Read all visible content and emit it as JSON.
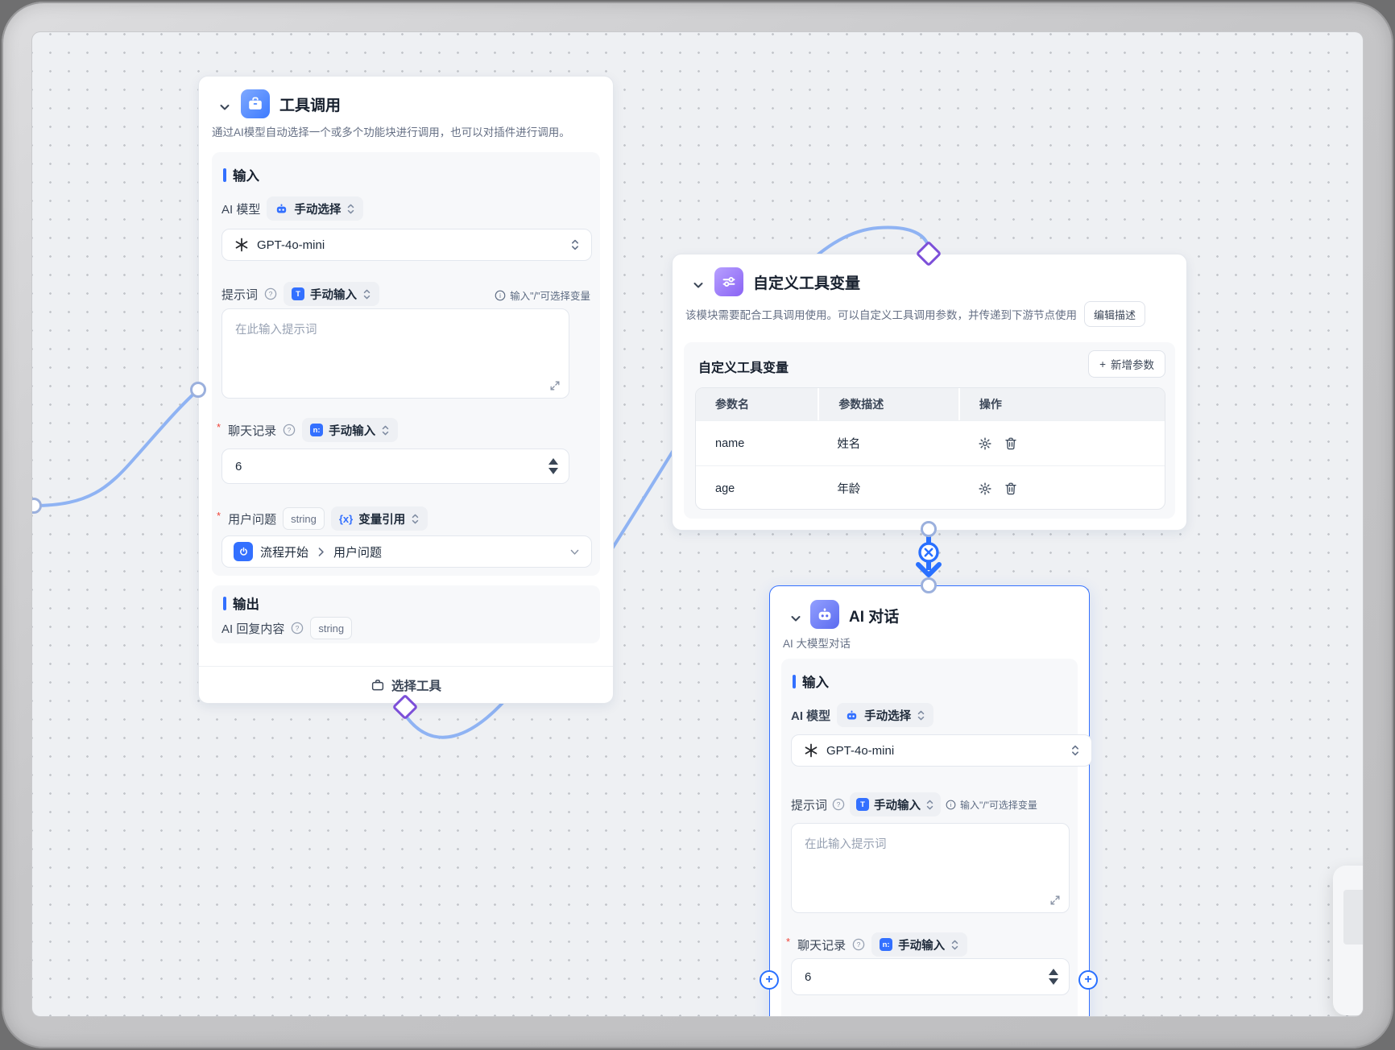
{
  "tool_call": {
    "title": "工具调用",
    "description": "通过AI模型自动选择一个或多个功能块进行调用，也可以对插件进行调用。",
    "input_label": "输入",
    "ai_model_label": "AI 模型",
    "manual_select": "手动选择",
    "model": "GPT-4o-mini",
    "prompt_label": "提示词",
    "manual_input": "手动输入",
    "variable_hint": "输入\"/\"可选择变量",
    "prompt_placeholder": "在此输入提示词",
    "chat_history_label": "聊天记录",
    "chat_history_value": "6",
    "user_question_label": "用户问题",
    "user_question_type": "string",
    "variable_ref": "变量引用",
    "ref_source": "流程开始",
    "ref_field": "用户问题",
    "output_label": "输出",
    "reply_label": "AI 回复内容",
    "reply_type": "string",
    "select_tool": "选择工具"
  },
  "custom_vars": {
    "title": "自定义工具变量",
    "description": "该模块需要配合工具调用使用。可以自定义工具调用参数，并传递到下游节点使用",
    "edit_description": "编辑描述",
    "section_title": "自定义工具变量",
    "add_param_plus": "+",
    "add_param_label": "新增参数",
    "col_name": "参数名",
    "col_desc": "参数描述",
    "col_action": "操作",
    "rows": [
      {
        "name": "name",
        "desc": "姓名"
      },
      {
        "name": "age",
        "desc": "年龄"
      }
    ]
  },
  "ai_chat": {
    "title": "AI 对话",
    "subtitle": "AI 大模型对话",
    "input_label": "输入",
    "ai_model_label": "AI 模型",
    "manual_select": "手动选择",
    "model": "GPT-4o-mini",
    "prompt_label": "提示词",
    "manual_input": "手动输入",
    "variable_hint": "输入\"/\"可选择变量",
    "prompt_placeholder": "在此输入提示词",
    "chat_history_label": "聊天记录",
    "chat_history_value": "6"
  },
  "connectors": {
    "plus": "+"
  },
  "colors": {
    "primary": "#3370FF",
    "edge_light": "#8FB3F3",
    "edge_strong": "#2970FF",
    "diamond": "#7C4FD8",
    "handle_ring": "#9BB0DD"
  }
}
